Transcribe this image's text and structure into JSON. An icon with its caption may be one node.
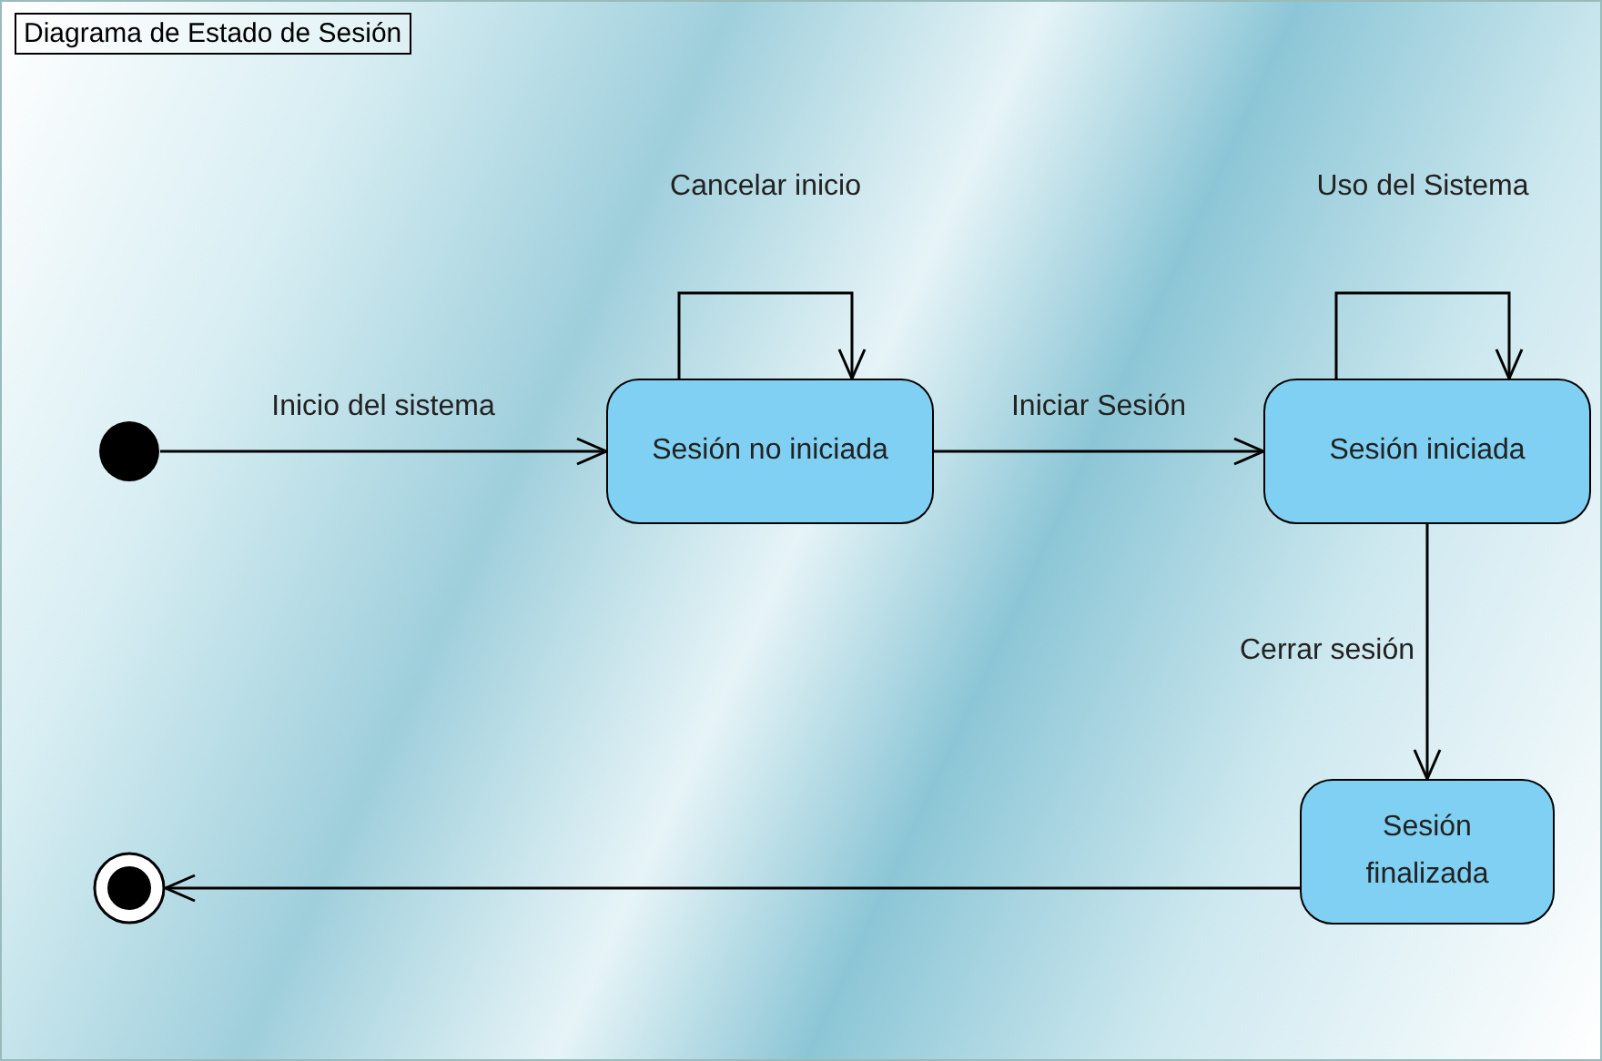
{
  "diagram": {
    "title": "Diagrama de Estado de Sesión",
    "nodes": [
      {
        "text": [],
        "shape": "circle"
      },
      {
        "text": [
          "Sesión no iniciada"
        ]
      },
      {
        "text": [
          "Sesión iniciada"
        ]
      },
      {
        "text": [
          "Sesión finalizada"
        ]
      },
      {
        "text": [],
        "shape": "circle"
      }
    ],
    "edges": [
      {
        "from": 0,
        "to": 1,
        "arrow": "to",
        "label": "Inicio del sistema"
      },
      {
        "from": 1,
        "to": 1,
        "arrow": "to",
        "label": "Cancelar inicio"
      },
      {
        "from": 1,
        "to": 2,
        "arrow": "to",
        "label": "Iniciar Sesión"
      },
      {
        "from": 2,
        "to": 2,
        "arrow": "to",
        "label": "Uso del Sistema"
      },
      {
        "from": 2,
        "to": 3,
        "arrow": "to",
        "label": "Cerrar sesión"
      },
      {
        "from": 3,
        "to": 4,
        "arrow": "to"
      }
    ]
  }
}
